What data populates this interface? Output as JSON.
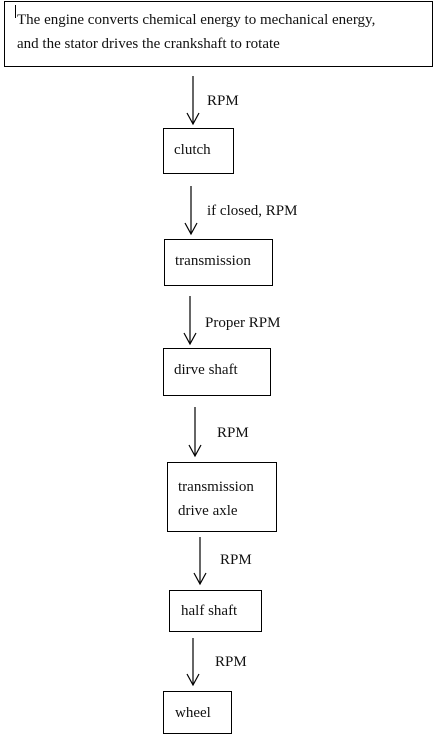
{
  "top_box": {
    "line1": "The engine converts chemical energy to mechanical energy,",
    "line2": "and the stator drives the crankshaft to rotate"
  },
  "nodes": {
    "clutch": "clutch",
    "transmission": "transmission",
    "drive_shaft": "dirve shaft",
    "drive_axle_line1": "transmission",
    "drive_axle_line2": "drive axle",
    "half_shaft": "half shaft",
    "wheel": "wheel"
  },
  "edges": {
    "engine_to_clutch": "RPM",
    "clutch_to_transmission": "if closed, RPM",
    "transmission_to_drive_shaft": "Proper RPM",
    "drive_shaft_to_drive_axle": "RPM",
    "drive_axle_to_half_shaft": "RPM",
    "half_shaft_to_wheel": "RPM"
  }
}
